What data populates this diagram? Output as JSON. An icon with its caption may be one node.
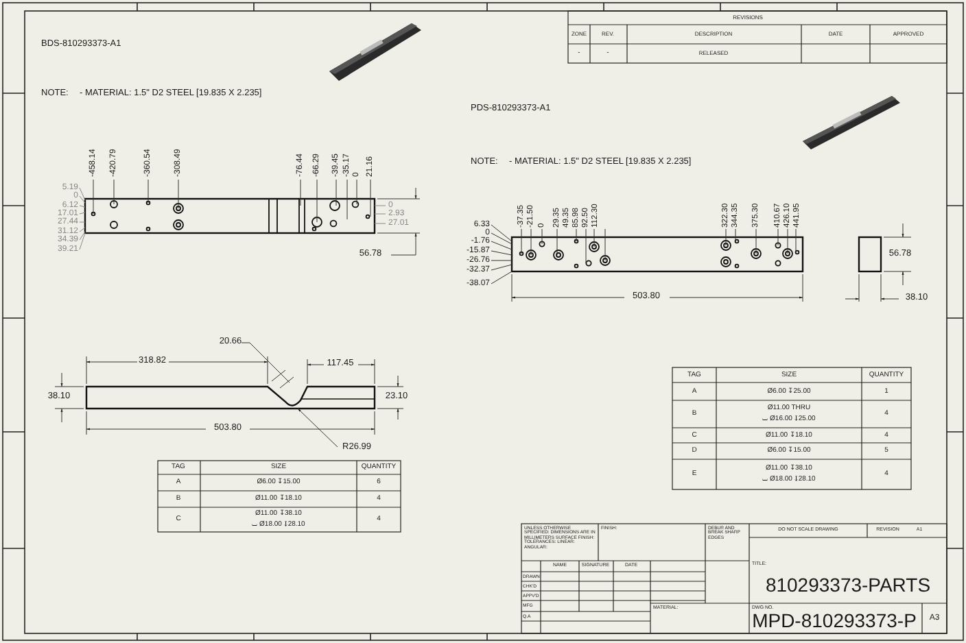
{
  "diagram": {
    "labels": [
      "REVISIONS",
      "ZONE",
      "REV.",
      "DESCRIPTION",
      "DATE",
      "APPROVED",
      "-",
      "-",
      "RELEASED",
      "BDS-810293373-A1",
      "NOTE:",
      "- MATERIAL: 1.5\" D2 STEEL [19.835 X 2.235]",
      "PDS-810293373-A1",
      "NOTE:",
      "- MATERIAL: 1.5\" D2 STEEL [19.835 X 2.235]",
      "-458.14",
      "-420.79",
      "-360.54",
      "-308.49",
      "-76.44",
      "-66.29",
      "-39.45",
      "-35.17",
      "0",
      "21.16",
      "5.19",
      "0",
      "6.12",
      "17.01",
      "27.44",
      "31.12",
      "34.39",
      "39.21",
      "0",
      "2.93",
      "27.01",
      "56.78",
      "-37.35",
      "-21.50",
      "0",
      "29.35",
      "49.35",
      "85.98",
      "92.50",
      "112.30",
      "322.30",
      "344.35",
      "375.30",
      "410.67",
      "426.10",
      "441.95",
      "6.33",
      "0",
      "-1.76",
      "-15.87",
      "-26.76",
      "-32.37",
      "-38.07",
      "503.80",
      "56.78",
      "38.10",
      "20.66",
      "318.82",
      "117.45",
      "38.10",
      "23.10",
      "503.80",
      "R26.99",
      "TAG",
      "SIZE",
      "QUANTITY",
      "A",
      "Ø6.00 ↧15.00",
      "6",
      "B",
      "Ø11.00 ↧18.10",
      "4",
      "C",
      "Ø11.00 ↧38.10",
      "⌴ Ø18.00 ↧28.10",
      "4",
      "TAG",
      "SIZE",
      "QUANTITY",
      "A",
      "Ø6.00 ↧25.00",
      "1",
      "B",
      "Ø11.00 THRU",
      "⌴ Ø16.00 ↧25.00",
      "4",
      "C",
      "Ø11.00 ↧18.10",
      "4",
      "D",
      "Ø6.00 ↧15.00",
      "5",
      "E",
      "Ø11.00 ↧38.10",
      "⌴ Ø18.00 ↧28.10",
      "4",
      "UNLESS OTHERWISE SPECIFIED: DIMENSIONS ARE IN MILLIMETERS SURFACE FINISH: TOLERANCES: LINEAR: ANGULAR:",
      "FINISH:",
      "DEBUR AND BREAK SHARP EDGES",
      "DO NOT SCALE DRAWING",
      "REVISION",
      "A1",
      "NAME",
      "SIGNATURE",
      "DATE",
      "DRAWN",
      "CHK'D",
      "APPV'D",
      "MFG",
      "Q.A",
      "MATERIAL:",
      "TITLE:",
      "810293373-PARTS",
      "DWG NO.",
      "MPD-810293373-P",
      "A3"
    ]
  }
}
